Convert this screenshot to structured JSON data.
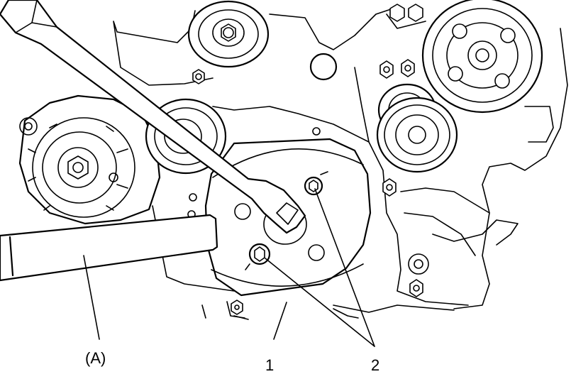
{
  "figure": {
    "callouts": {
      "tool_a": "(A)",
      "part_1": "1",
      "part_2": "2"
    }
  }
}
